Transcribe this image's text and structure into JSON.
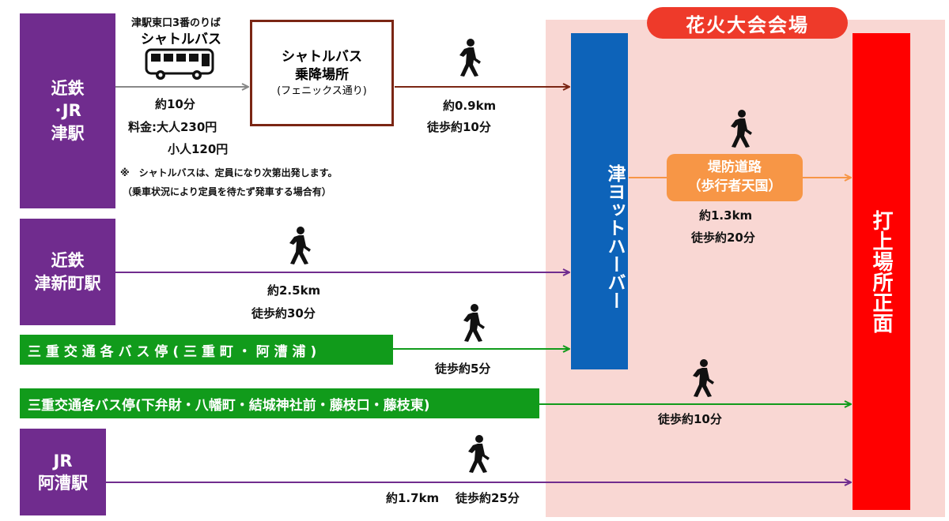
{
  "venue": {
    "title": "花火大会会場"
  },
  "stations": {
    "kintetsu_jr_tsu": [
      "近鉄",
      "･JR",
      "津駅"
    ],
    "tsushinmachi": [
      "近鉄",
      "津新町駅"
    ],
    "jr_akogi": [
      "JR",
      "阿漕駅"
    ]
  },
  "bus_stops": {
    "first": "三 重 交 通 各 バ ス 停 ( 三 重 町 ・ 阿 漕 浦 )",
    "second": "三重交通各バス停(下弁財・八幡町・結城神社前・藤枝口・藤枝東)"
  },
  "shuttle": {
    "pickup": "津駅東口3番のりば",
    "name": "シャトルバス",
    "time": "約10分",
    "fare_adult": "料金:大人230円",
    "fare_child": "小人120円",
    "note1": "※　シャトルバスは、定員になり次第出発します。",
    "note2": "（乗車状況により定員を待たず発車する場合有）"
  },
  "shuttle_stop": {
    "line1": "シャトルバス",
    "line2": "乗降場所",
    "line3": "(フェニックス通り)"
  },
  "yacht_harbor": "津ヨットハーバー",
  "launch_site": "打上場所正面",
  "levee": {
    "line1": "堤防道路",
    "line2": "（歩行者天国）"
  },
  "routes": {
    "stop_to_harbor_dist": "約0.9km",
    "stop_to_harbor_walk": "徒歩約10分",
    "levee_dist": "約1.3km",
    "levee_walk": "徒歩約20分",
    "tsushinmachi_dist": "約2.5km",
    "tsushinmachi_walk": "徒歩約30分",
    "bus1_walk": "徒歩約5分",
    "bus2_walk": "徒歩約10分",
    "akogi_dist": "約1.7km",
    "akogi_walk": "徒歩約25分"
  },
  "colors": {
    "venue_bg": "#f9d7d3",
    "venue_title": "#ee3a2a",
    "station": "#702c8e",
    "bus_stop": "#119b1b",
    "yacht_harbor": "#0d63b9",
    "launch_site": "#ff0000",
    "levee": "#f79646",
    "shuttle_arrow": "#888888",
    "walk_arrow_brown": "#7b2614"
  },
  "icons": [
    "walking-person-icon",
    "bus-icon",
    "arrow-right-icon"
  ]
}
